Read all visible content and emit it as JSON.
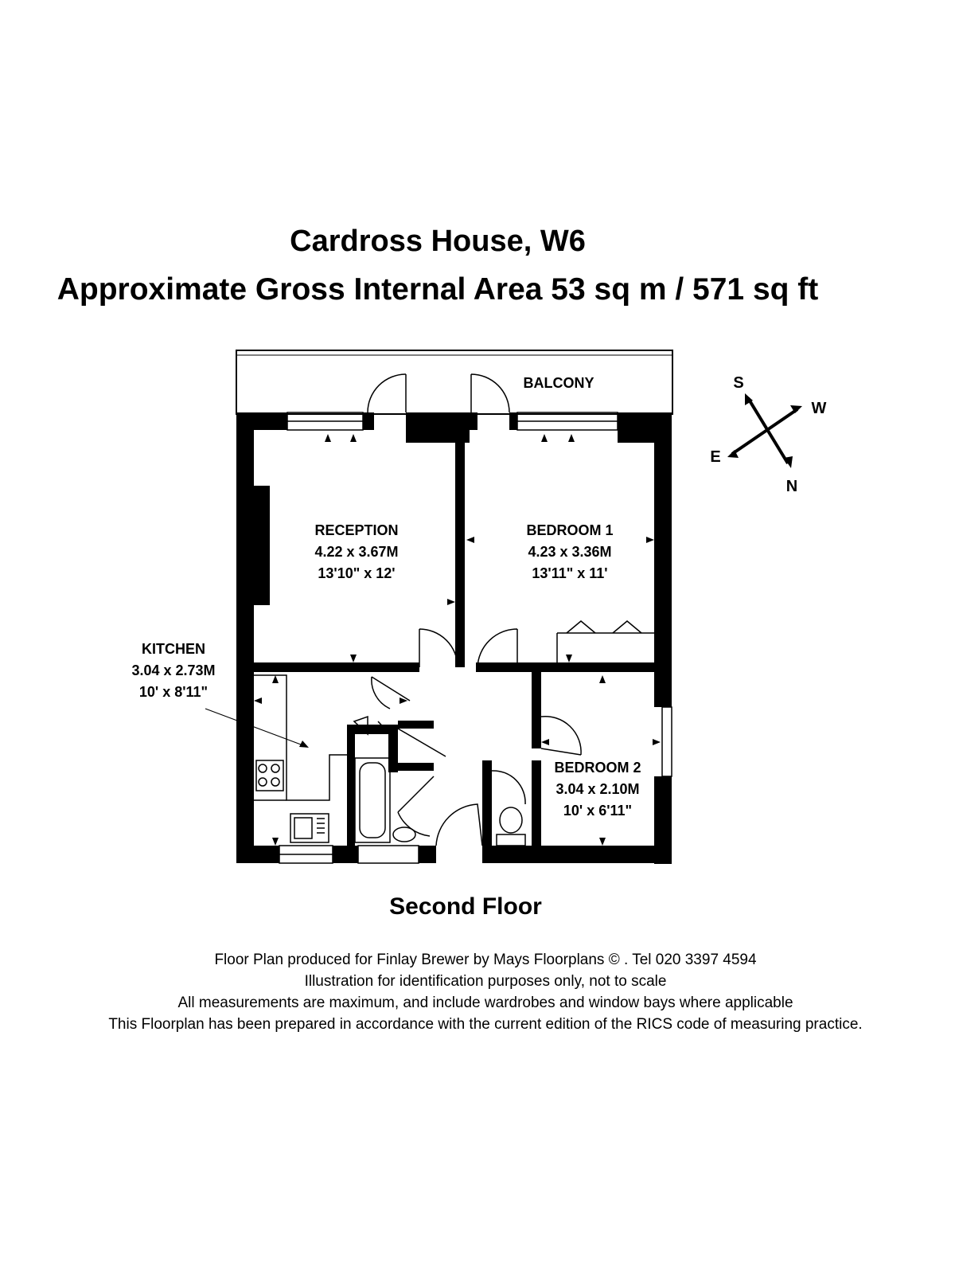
{
  "header": {
    "property_title": "Cardross House, W6",
    "area_line": "Approximate Gross Internal Area 53 sq m  /  571 sq ft"
  },
  "rooms": {
    "balcony": {
      "name": "BALCONY"
    },
    "reception": {
      "name": "RECEPTION",
      "metric": "4.22 x 3.67M",
      "imperial": "13'10\" x 12'"
    },
    "bedroom1": {
      "name": "BEDROOM 1",
      "metric": "4.23 x 3.36M",
      "imperial": "13'11\" x 11'"
    },
    "kitchen": {
      "name": "KITCHEN",
      "metric": "3.04 x 2.73M",
      "imperial": "10' x 8'11\""
    },
    "bedroom2": {
      "name": "BEDROOM 2",
      "metric": "3.04 x 2.10M",
      "imperial": "10' x 6'11\""
    }
  },
  "compass": {
    "s": "S",
    "w": "W",
    "e": "E",
    "n": "N"
  },
  "floor_label": "Second Floor",
  "footer": {
    "line1": "Floor Plan produced for Finlay Brewer by Mays Floorplans  © . Tel 020 3397 4594",
    "line2": "Illustration for identification purposes only, not to scale",
    "line3": "All measurements are maximum, and include wardrobes and window bays where applicable",
    "line4": "This Floorplan has been prepared in accordance with the current edition of the RICS code of measuring practice."
  }
}
